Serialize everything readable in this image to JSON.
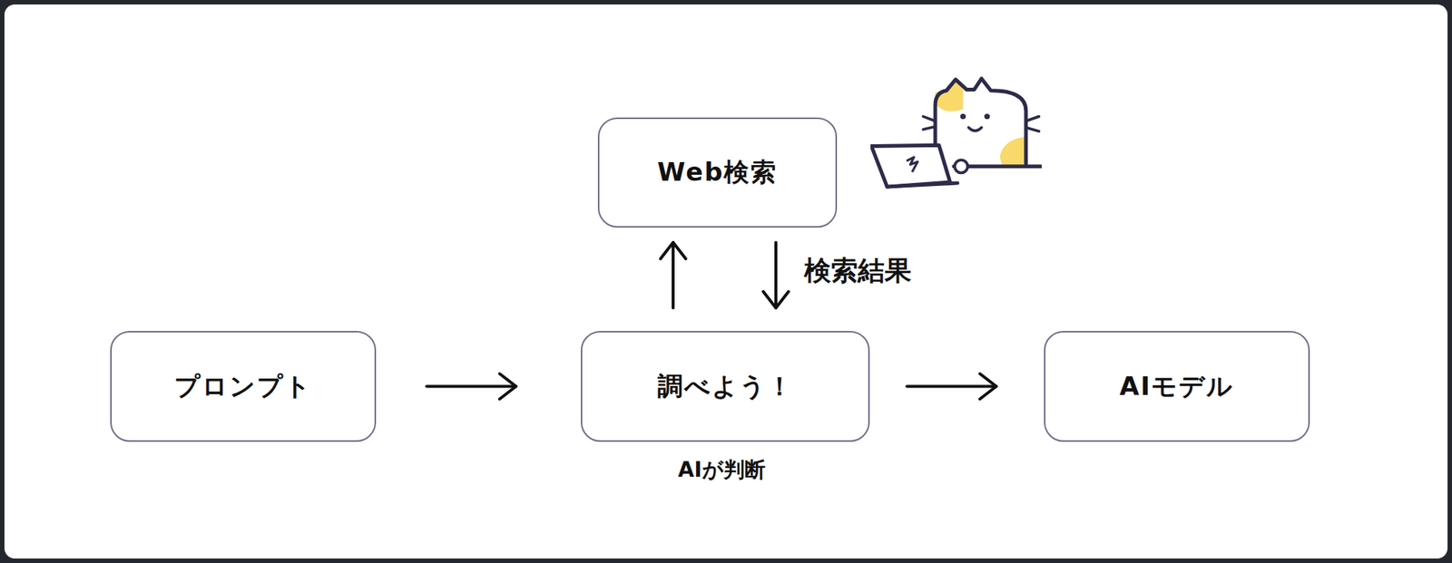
{
  "diagram": {
    "nodes": [
      {
        "text": [
          "Web検索"
        ]
      },
      {
        "text": [
          "プロンプト"
        ]
      },
      {
        "text": [
          "調べよう！"
        ]
      },
      {
        "text": [
          "AIモデル"
        ]
      }
    ],
    "edges": [
      {
        "from": 1,
        "to": 2,
        "arrow": "to"
      },
      {
        "from": 2,
        "to": 0,
        "arrow": "to"
      },
      {
        "from": 0,
        "to": 2,
        "label": "検索結果",
        "arrow": "to"
      },
      {
        "from": 2,
        "to": 3,
        "arrow": "to"
      }
    ],
    "labels": [
      "AIが判断"
    ]
  }
}
